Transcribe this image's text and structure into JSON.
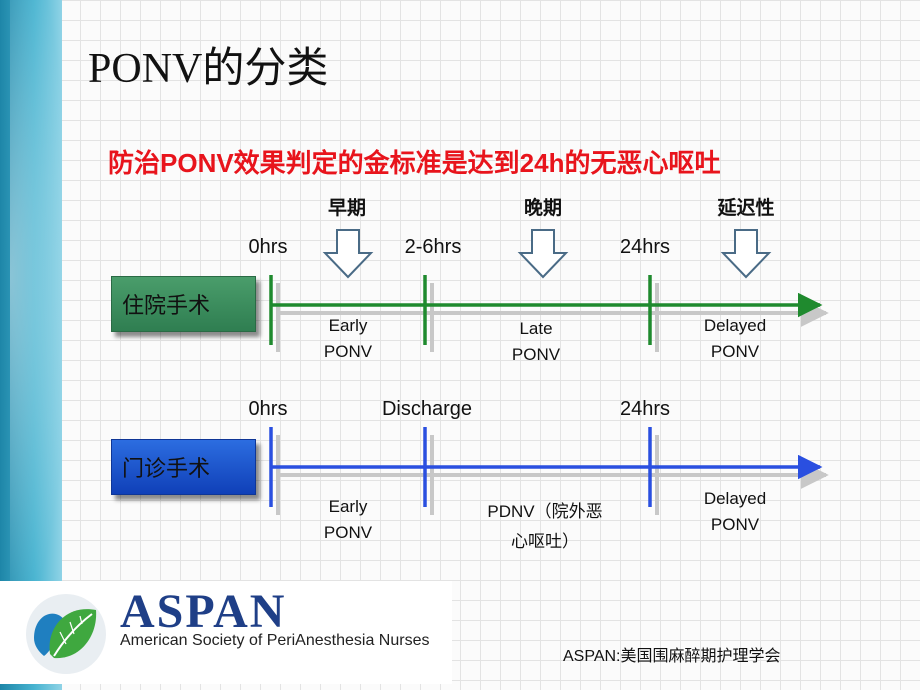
{
  "slide": {
    "title": "PONV的分类",
    "subtitle": "防治PONV效果判定的金标准是达到24h的无恶心呕吐"
  },
  "phases": [
    "早期",
    "晚期",
    "延迟性"
  ],
  "row1": {
    "label": "住院手术",
    "color": "#2f7e51",
    "ticks": [
      "0hrs",
      "2-6hrs",
      "24hrs"
    ],
    "segments": [
      {
        "line1": "Early",
        "line2": "PONV"
      },
      {
        "line1": "Late",
        "line2": "PONV"
      },
      {
        "line1": "Delayed",
        "line2": "PONV"
      }
    ]
  },
  "row2": {
    "label": "门诊手术",
    "color": "#1f4fd0",
    "ticks": [
      "0hrs",
      "Discharge",
      "24hrs"
    ],
    "segments": [
      {
        "line1": "Early",
        "line2": "PONV"
      },
      {
        "line1": "PDNV（院外恶",
        "line2": "心呕吐）"
      },
      {
        "line1": "Delayed",
        "line2": "PONV"
      }
    ]
  },
  "logo": {
    "name": "ASPAN",
    "full_name": "American Society of PeriAnesthesia Nurses"
  },
  "credit": "ASPAN:美国围麻醉期护理学会",
  "colors": {
    "accent_red": "#e8141c",
    "sidebar": "#3aa6c8",
    "logo_blue": "#1f3f87"
  }
}
